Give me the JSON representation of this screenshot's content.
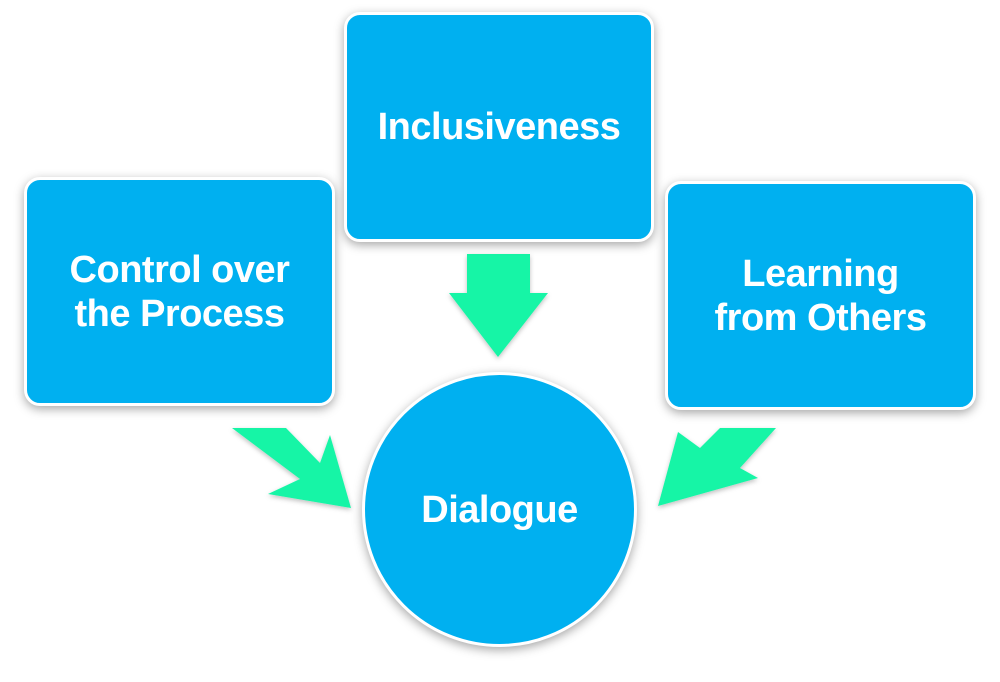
{
  "diagram": {
    "top_box": {
      "label": "Inclusiveness"
    },
    "left_box": {
      "label": "Control over\nthe Process"
    },
    "right_box": {
      "label": "Learning\nfrom Others"
    },
    "center_circle": {
      "label": "Dialogue"
    },
    "colors": {
      "box_fill": "#00b0f0",
      "arrow_fill": "#19f5a6",
      "text": "#ffffff",
      "border": "#ffffff"
    }
  }
}
